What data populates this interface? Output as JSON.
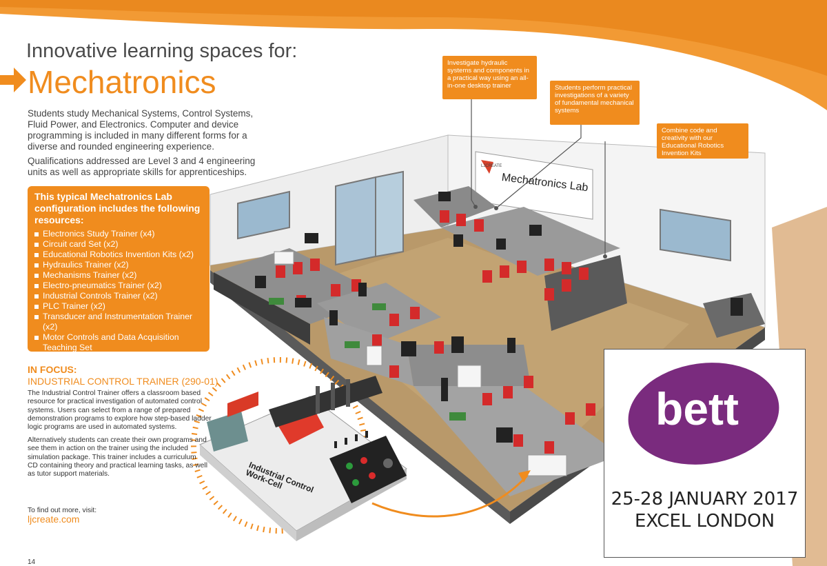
{
  "header": {
    "subtitle": "Innovative learning spaces for:",
    "title": "Mechatronics"
  },
  "intro": {
    "paragraph1": "Students study Mechanical Systems, Control Systems, Fluid Power, and Electronics. Computer and device programming is included in many different forms for a diverse and rounded engineering experience.",
    "paragraph2": "Qualifications addressed are Level 3 and 4 engineering units as well as appropriate skills for apprenticeships."
  },
  "resources": {
    "heading": "This typical Mechatronics Lab configuration includes the following resources:",
    "items": [
      "Electronics Study Trainer (x4)",
      "Circuit card Set (x2)",
      "Educational Robotics Invention Kits (x2)",
      "Hydraulics Trainer (x2)",
      "Mechanisms Trainer (x2)",
      "Electro-pneumatics Trainer (x2)",
      "Industrial Controls Trainer (x2)",
      "PLC Trainer (x2)",
      "Transducer and Instrumentation Trainer (x2)",
      "Motor Controls and Data Acquisition Teaching Set"
    ]
  },
  "focus": {
    "heading": "IN FOCUS:",
    "subheading": "INDUSTRIAL CONTROL TRAINER (290-01)",
    "paragraph1": "The Industrial Control Trainer offers a classroom based resource for practical investigation of automated control systems. Users can select from a range of prepared demonstration programs to explore how step-based ladder logic programs are used in automated systems.",
    "paragraph2": "Alternatively students can create their own programs and see them in action on the trainer using the included simulation package. This trainer includes a curriculum CD containing theory and practical learning tasks, as well as tutor support materials.",
    "find_out": "To find out more, visit:",
    "url": "ljcreate.com",
    "trainer_label": "Industrial Control Work-Cell"
  },
  "callouts": {
    "hydraulics": "Investigate hydraulic systems and components in a practical way using an all-in-one desktop trainer",
    "mechanisms": "Students perform practical investigations of a variety of fundamental mechanical systems",
    "robotics": "Combine code and creativity with our Educational Robotics Invention Kits"
  },
  "room": {
    "sign": "Mechatronics Lab",
    "logo": "LJCREATE"
  },
  "bett": {
    "logo": "bett",
    "dates": "25-28 JANUARY 2017",
    "venue": "EXCEL LONDON"
  },
  "page_number": "14",
  "colors": {
    "brand_orange": "#f08c1e",
    "bett_purple": "#7a2b7e"
  }
}
